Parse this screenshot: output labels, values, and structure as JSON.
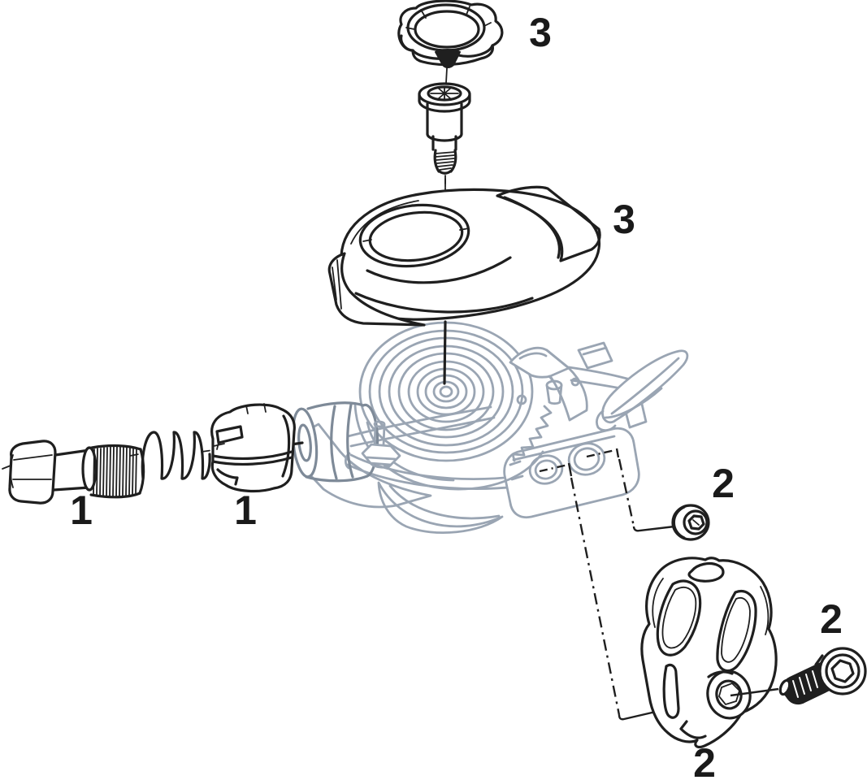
{
  "diagram": {
    "type": "exploded-parts-diagram",
    "subject": "trigger shifter exploded view",
    "background": "#ffffff",
    "colors": {
      "background": "#ffffff",
      "part_line": "#1f1f1f",
      "assembly_line": "#9aa5b3",
      "assembly_line_dark": "#7e8a98",
      "label_color": "#1a1a1a"
    },
    "labels": [
      {
        "id": "cover-screw",
        "text": "3"
      },
      {
        "id": "shifter-cover",
        "text": "3"
      },
      {
        "id": "barrel-adjuster-bolt",
        "text": "1"
      },
      {
        "id": "barrel-adjuster-cap",
        "text": "1"
      },
      {
        "id": "clamp-fixing-bolt",
        "text": "2"
      },
      {
        "id": "clamp-bolt",
        "text": "2"
      },
      {
        "id": "handlebar-clamp",
        "text": "2"
      }
    ],
    "parts": [
      {
        "number": "1",
        "components": [
          "barrel-adjuster-bolt",
          "adjuster-spring",
          "barrel-adjuster-cap"
        ]
      },
      {
        "number": "2",
        "components": [
          "clamp-fixing-bolt",
          "handlebar-clamp",
          "clamp-bolt"
        ]
      },
      {
        "number": "3",
        "components": [
          "cover-screw-knob",
          "cover-screw-bolt",
          "shifter-cover"
        ]
      }
    ]
  }
}
